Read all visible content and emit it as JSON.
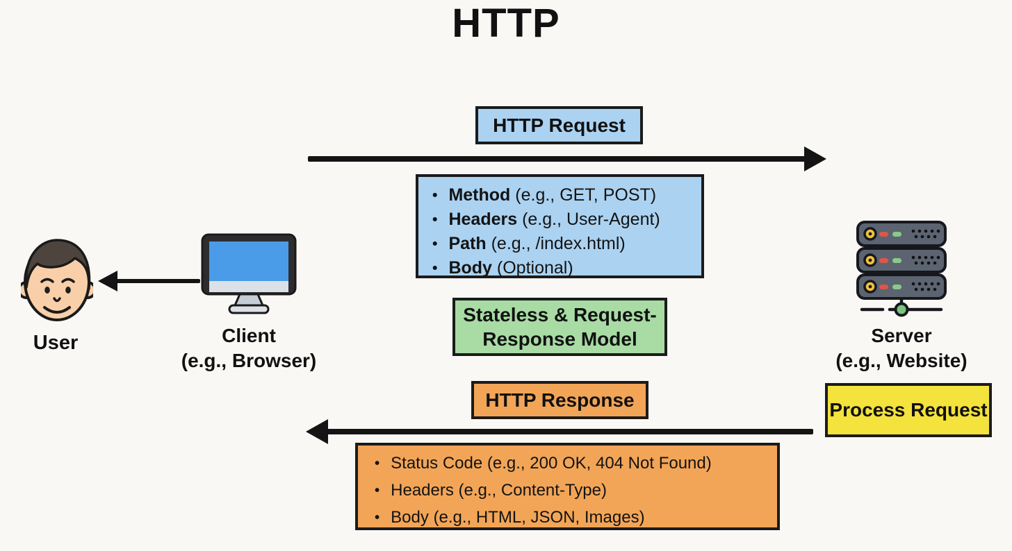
{
  "title": "HTTP",
  "colors": {
    "background": "#f9f8f5",
    "blue": "#abd2f1",
    "green": "#a8dca4",
    "orange": "#f2a557",
    "yellow": "#f4e23d",
    "outline": "#1b1b1b",
    "arrow": "#141414"
  },
  "request_label": {
    "text": "HTTP Request"
  },
  "request_details": {
    "items": [
      {
        "keyword": "Method",
        "rest": " (e.g., GET, POST)"
      },
      {
        "keyword": "Headers",
        "rest": " (e.g., User-Agent)"
      },
      {
        "keyword": "Path",
        "rest": " (e.g., /index.html)"
      },
      {
        "keyword": "Body",
        "rest": " (Optional)"
      }
    ]
  },
  "stateless_box": {
    "lines": [
      "Stateless & Request-",
      "Response Model"
    ]
  },
  "response_label": {
    "text": "HTTP Response"
  },
  "response_details": {
    "items": [
      {
        "text": "Status Code (e.g., 200 OK, 404 Not Found)"
      },
      {
        "text": "Headers (e.g., Content-Type)"
      },
      {
        "text": "Body (e.g., HTML, JSON, Images)"
      }
    ]
  },
  "process_box": {
    "text": "Process Request"
  },
  "actors": {
    "user": {
      "label": "User"
    },
    "client": {
      "label": "Client",
      "sublabel": "(e.g., Browser)"
    },
    "server": {
      "label": "Server",
      "sublabel": "(e.g., Website)"
    }
  },
  "icons": {
    "user": "user-face-icon",
    "client": "desktop-monitor-icon",
    "server": "server-rack-icon"
  }
}
